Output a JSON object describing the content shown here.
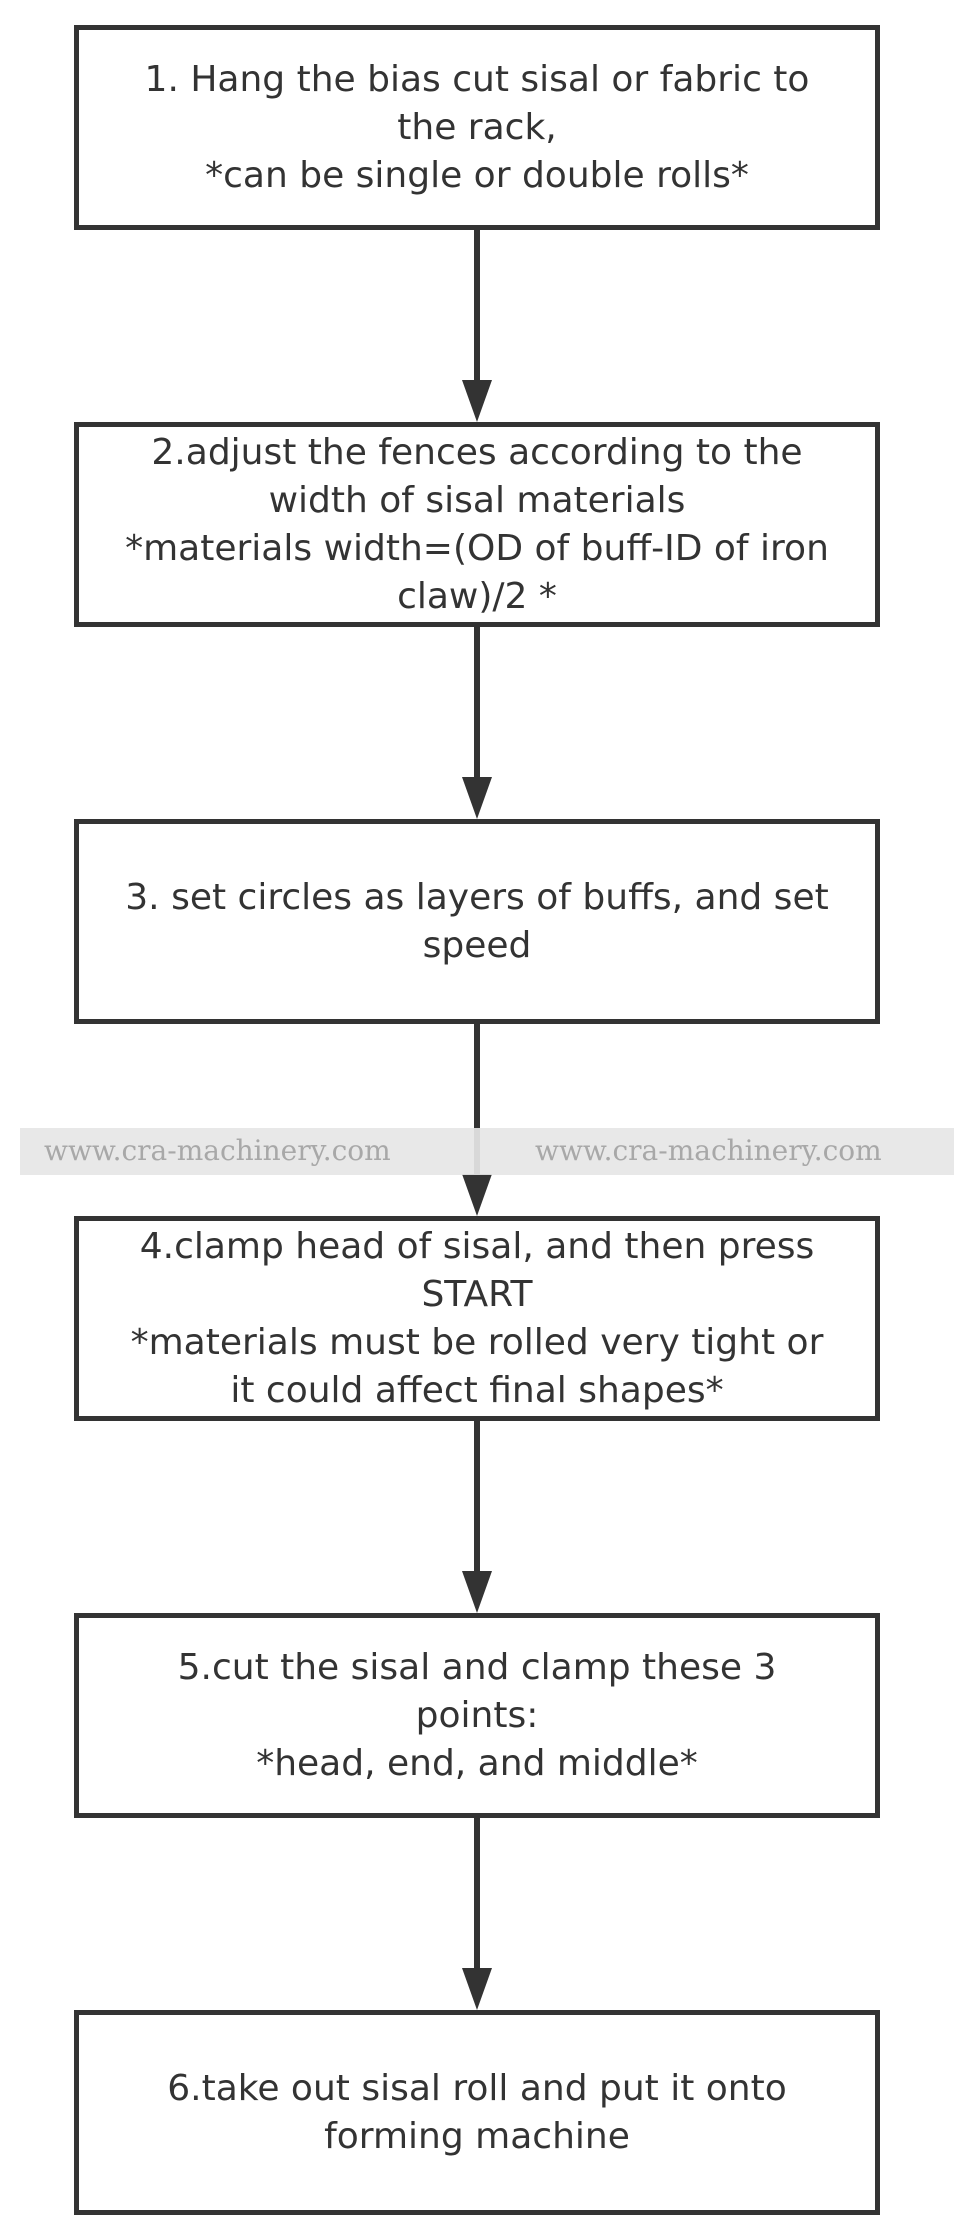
{
  "steps": [
    {
      "lines": [
        "1. Hang the bias cut sisal or fabric to",
        "the rack,",
        "*can be single or double rolls*"
      ]
    },
    {
      "lines": [
        "2.adjust the fences according to the",
        "width of sisal materials",
        "*materials width=(OD of buff-ID of iron",
        "claw)/2 *"
      ]
    },
    {
      "lines": [
        "3. set circles as layers of buffs, and set",
        "speed"
      ]
    },
    {
      "lines": [
        "4.clamp head of sisal, and then press",
        "START",
        "*materials must be rolled very tight or",
        "it could affect final shapes*"
      ]
    },
    {
      "lines": [
        "5.cut the sisal and clamp these 3",
        "points:",
        "*head, end, and middle*"
      ]
    },
    {
      "lines": [
        "6.take out sisal roll and put it onto",
        "forming machine"
      ]
    }
  ],
  "watermark": {
    "left": "www.cra-machinery.com",
    "right": "www.cra-machinery.com"
  },
  "colors": {
    "stroke": "#333333",
    "text": "#333333",
    "watermark_band": "#e6e6e6",
    "watermark_text": "#a8a8a8"
  }
}
